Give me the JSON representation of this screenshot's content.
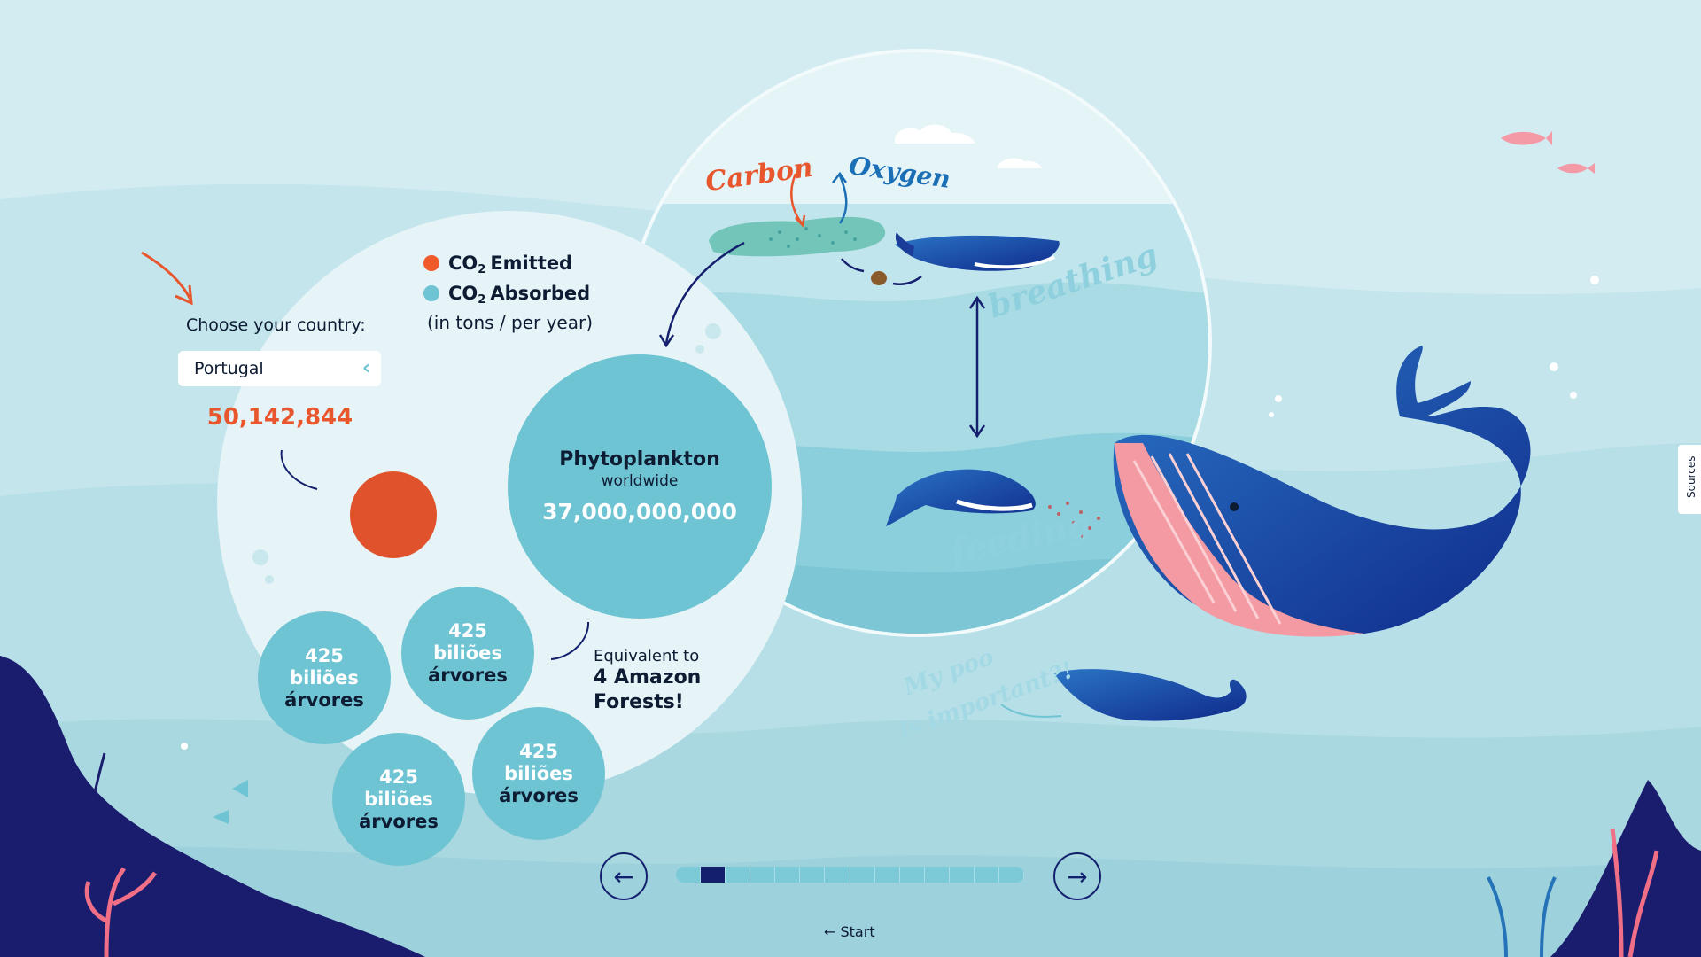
{
  "legend": {
    "emitted_prefix": "CO",
    "emitted_sub": "2",
    "emitted_label": "Emitted",
    "absorbed_prefix": "CO",
    "absorbed_sub": "2",
    "absorbed_label": "Absorbed",
    "note": "(in tons / per year)",
    "emitted_color": "#e8562e",
    "absorbed_color": "#6fc4d4"
  },
  "country": {
    "label": "Choose your country:",
    "selected": "Portugal",
    "emitted_value": "50,142,844"
  },
  "phytoplankton": {
    "title": "Phytoplankton",
    "subtitle": "worldwide",
    "value": "37,000,000,000"
  },
  "trees": [
    {
      "l1": "425",
      "l2": "biliões",
      "l3": "árvores"
    },
    {
      "l1": "425",
      "l2": "biliões",
      "l3": "árvores"
    },
    {
      "l1": "425",
      "l2": "biliões",
      "l3": "árvores"
    },
    {
      "l1": "425",
      "l2": "biliões",
      "l3": "árvores"
    }
  ],
  "equivalent": {
    "line1": "Equivalent to",
    "line2": "4 Amazon",
    "line3": "Forests!"
  },
  "illustration": {
    "carbon": "Carbon",
    "oxygen": "Oxygen",
    "breathing": "breathing",
    "feeding": "feeding",
    "poo_line1": "My poo",
    "poo_line2": "is important?!"
  },
  "navigation": {
    "prev_icon": "arrow-left-icon",
    "next_icon": "arrow-right-icon",
    "progress_steps": 14,
    "progress_current": 2,
    "start_label": "Start"
  },
  "sources_label": "Sources",
  "colors": {
    "background": "#d3ecf1",
    "navy": "#14206e",
    "accent_orange": "#e8562e",
    "teal": "#6fc4d4"
  }
}
